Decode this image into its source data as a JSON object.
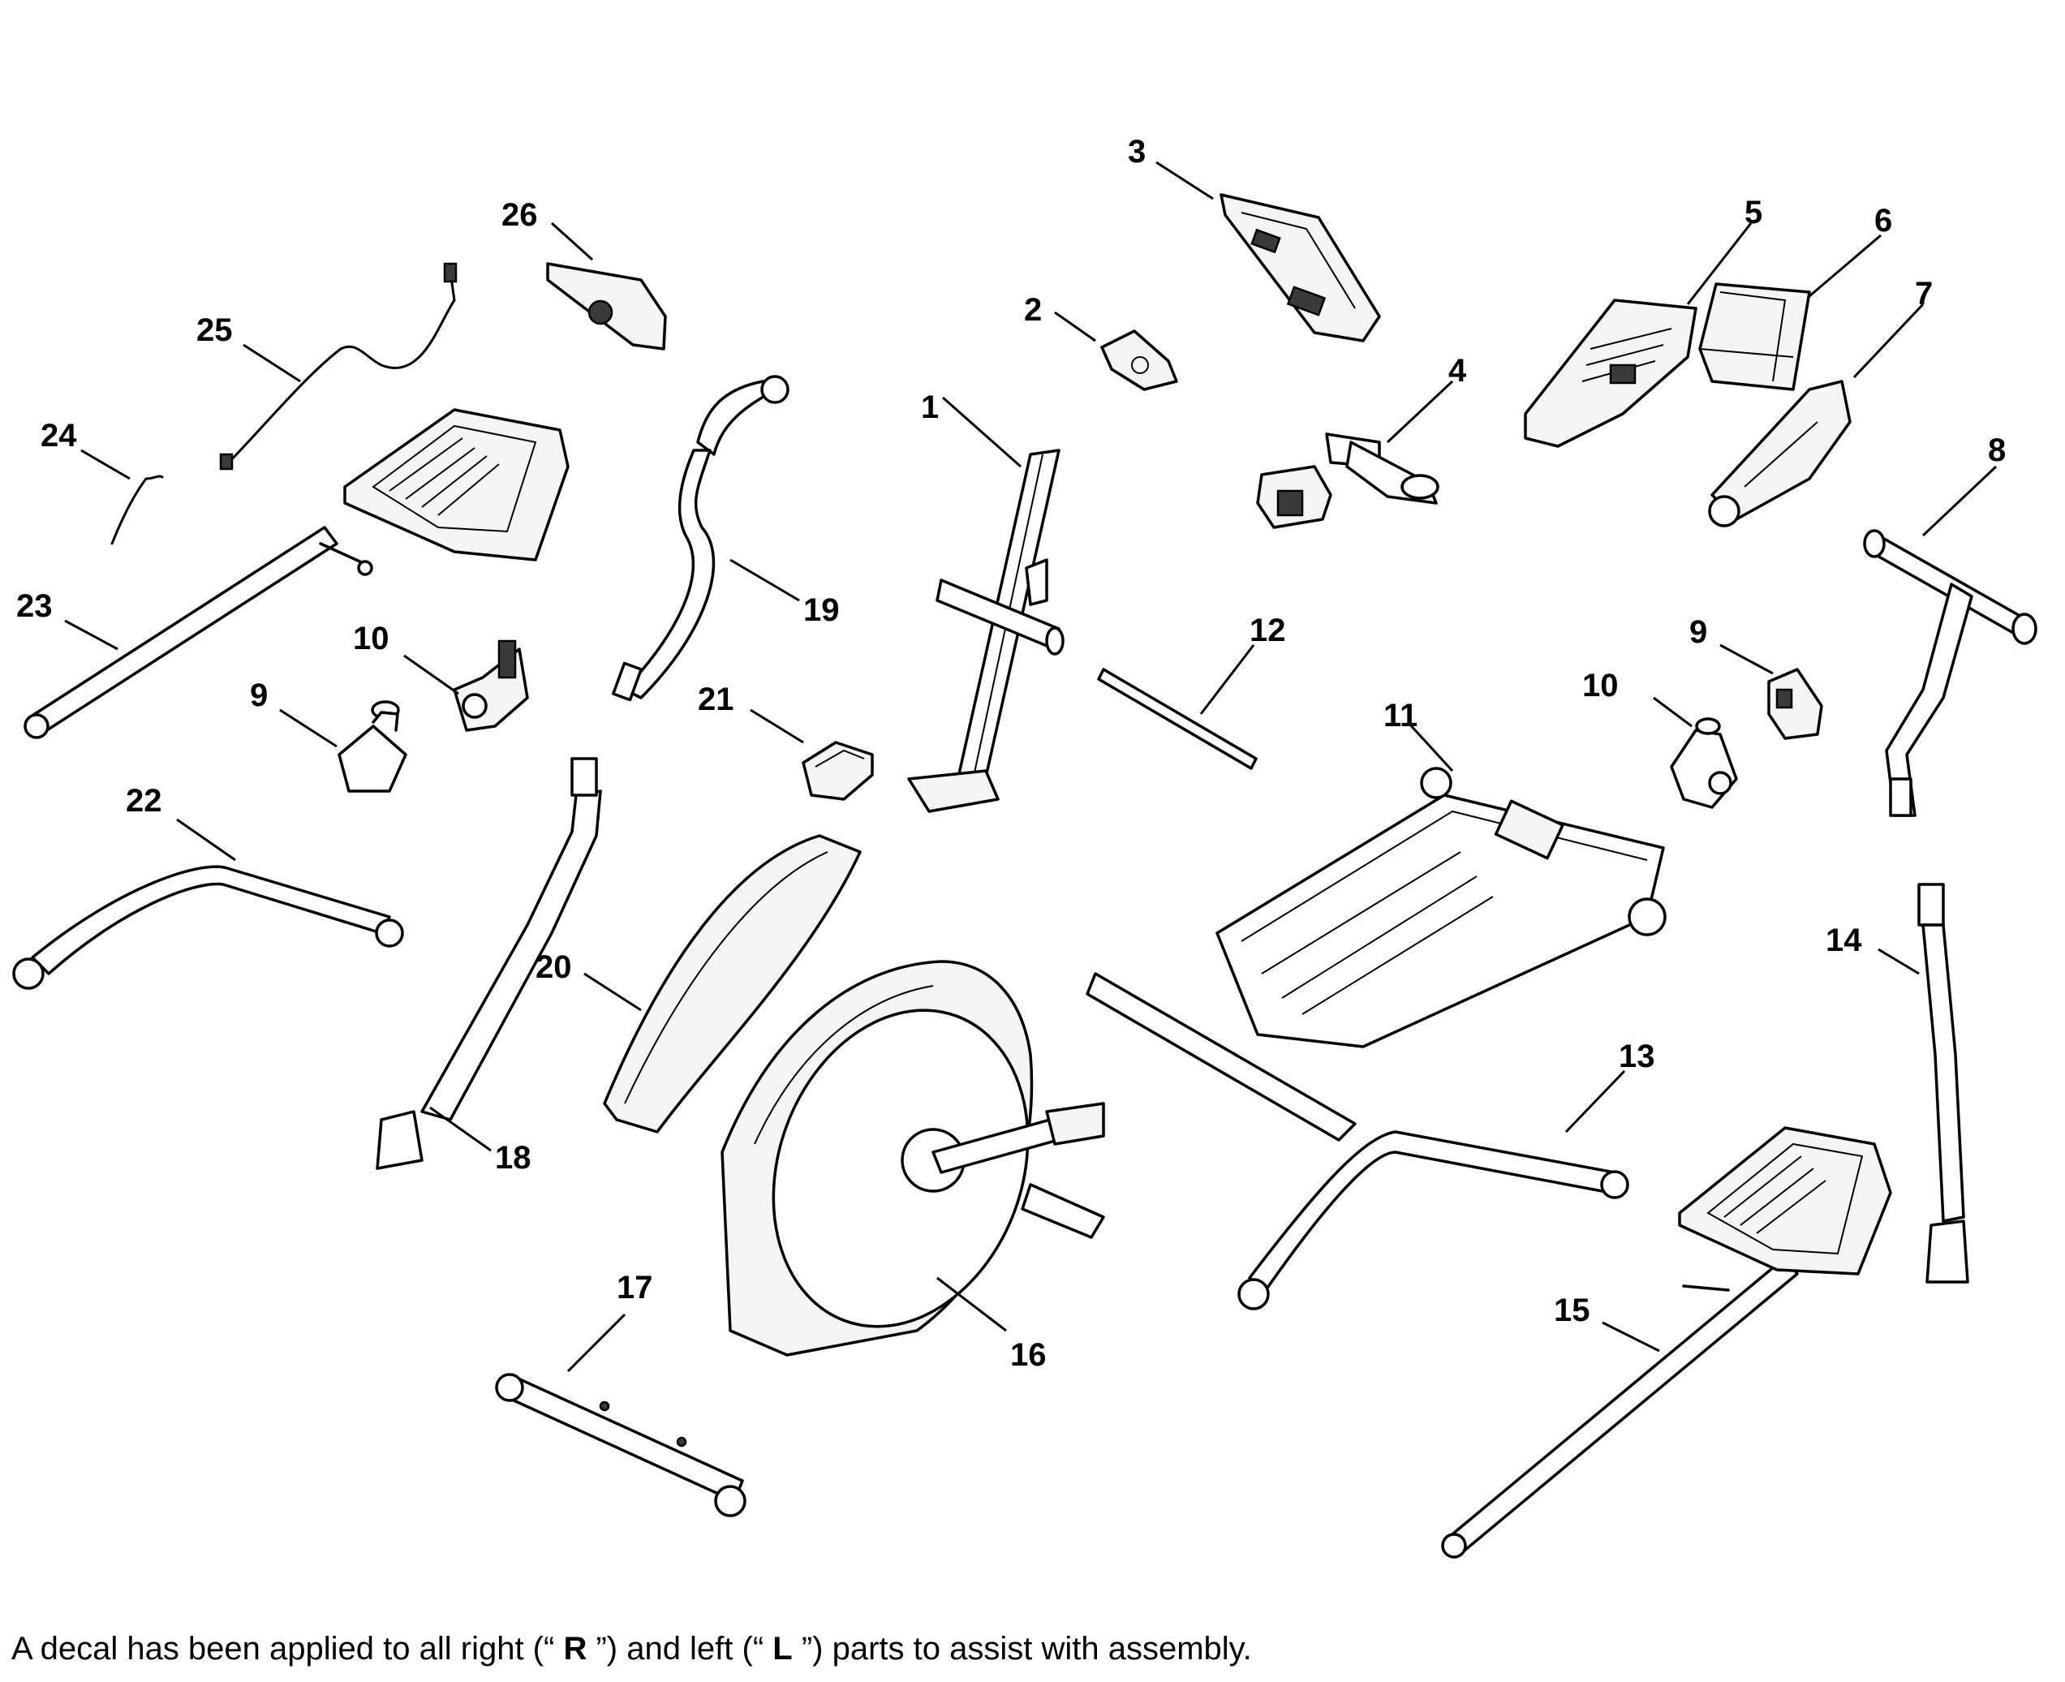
{
  "diagram": {
    "callouts": [
      {
        "id": "1",
        "label": "1"
      },
      {
        "id": "2",
        "label": "2"
      },
      {
        "id": "3",
        "label": "3"
      },
      {
        "id": "4",
        "label": "4"
      },
      {
        "id": "5",
        "label": "5"
      },
      {
        "id": "6",
        "label": "6"
      },
      {
        "id": "7",
        "label": "7"
      },
      {
        "id": "8",
        "label": "8"
      },
      {
        "id": "9a",
        "label": "9"
      },
      {
        "id": "9b",
        "label": "9"
      },
      {
        "id": "10a",
        "label": "10"
      },
      {
        "id": "10b",
        "label": "10"
      },
      {
        "id": "11",
        "label": "11"
      },
      {
        "id": "12",
        "label": "12"
      },
      {
        "id": "13",
        "label": "13"
      },
      {
        "id": "14",
        "label": "14"
      },
      {
        "id": "15",
        "label": "15"
      },
      {
        "id": "16",
        "label": "16"
      },
      {
        "id": "17",
        "label": "17"
      },
      {
        "id": "18",
        "label": "18"
      },
      {
        "id": "19",
        "label": "19"
      },
      {
        "id": "20",
        "label": "20"
      },
      {
        "id": "21",
        "label": "21"
      },
      {
        "id": "22",
        "label": "22"
      },
      {
        "id": "23",
        "label": "23"
      },
      {
        "id": "24",
        "label": "24"
      },
      {
        "id": "25",
        "label": "25"
      },
      {
        "id": "26",
        "label": "26"
      }
    ]
  },
  "footnote": {
    "before_r": "A decal has been applied to all right (“ ",
    "r": "R",
    "middle": " ”) and left (“ ",
    "l": "L",
    "after_l": " ”) parts to assist with assembly."
  }
}
